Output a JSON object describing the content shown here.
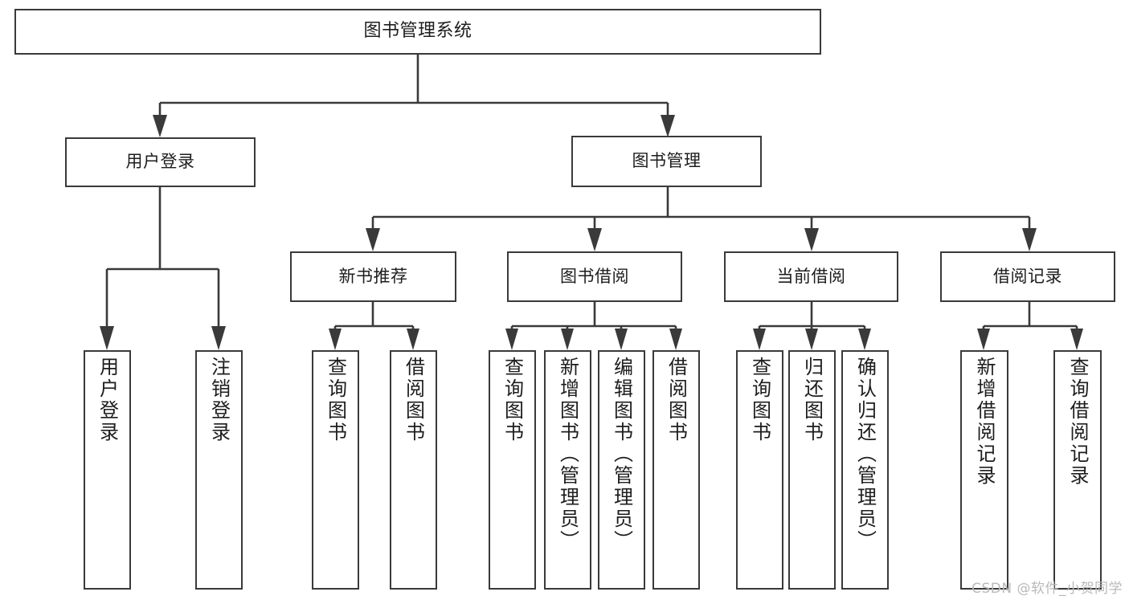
{
  "diagram": {
    "type": "tree",
    "title": "图书管理系统",
    "orientation": "top-down",
    "colors": {
      "stroke": "#3a3a3a",
      "box_fill": "#ffffff",
      "text": "#1d1d1d",
      "background": "#ffffff",
      "watermark": "#b9b9b9"
    }
  },
  "nodes": {
    "root": {
      "label": "图书管理系统",
      "level": 0
    },
    "level1": [
      {
        "id": "user-login",
        "label": "用户登录"
      },
      {
        "id": "book-manage",
        "label": "图书管理"
      }
    ],
    "level2": [
      {
        "id": "new-book-recommend",
        "label": "新书推荐",
        "parent": "book-manage"
      },
      {
        "id": "book-borrow",
        "label": "图书借阅",
        "parent": "book-manage"
      },
      {
        "id": "current-borrow",
        "label": "当前借阅",
        "parent": "book-manage"
      },
      {
        "id": "borrow-record",
        "label": "借阅记录",
        "parent": "book-manage"
      }
    ],
    "leaves": {
      "user-login": [
        {
          "id": "leaf-user-login",
          "label": "用户登录"
        },
        {
          "id": "leaf-logout-login",
          "label": "注销登录"
        }
      ],
      "new-book-recommend": [
        {
          "id": "leaf-query-book-1",
          "label": "查询图书"
        },
        {
          "id": "leaf-borrow-book-1",
          "label": "借阅图书"
        }
      ],
      "book-borrow": [
        {
          "id": "leaf-query-book-2",
          "label": "查询图书"
        },
        {
          "id": "leaf-add-book",
          "label": "新增图书（管理员）"
        },
        {
          "id": "leaf-edit-book",
          "label": "编辑图书（管理员）"
        },
        {
          "id": "leaf-borrow-book-2",
          "label": "借阅图书"
        }
      ],
      "current-borrow": [
        {
          "id": "leaf-query-book-3",
          "label": "查询图书"
        },
        {
          "id": "leaf-return-book",
          "label": "归还图书"
        },
        {
          "id": "leaf-confirm-return",
          "label": "确认归还（管理员）"
        }
      ],
      "borrow-record": [
        {
          "id": "leaf-add-record",
          "label": "新增借阅记录"
        },
        {
          "id": "leaf-query-record",
          "label": "查询借阅记录"
        }
      ]
    }
  },
  "watermark": {
    "text": "CSDN @软件_小贺同学"
  }
}
